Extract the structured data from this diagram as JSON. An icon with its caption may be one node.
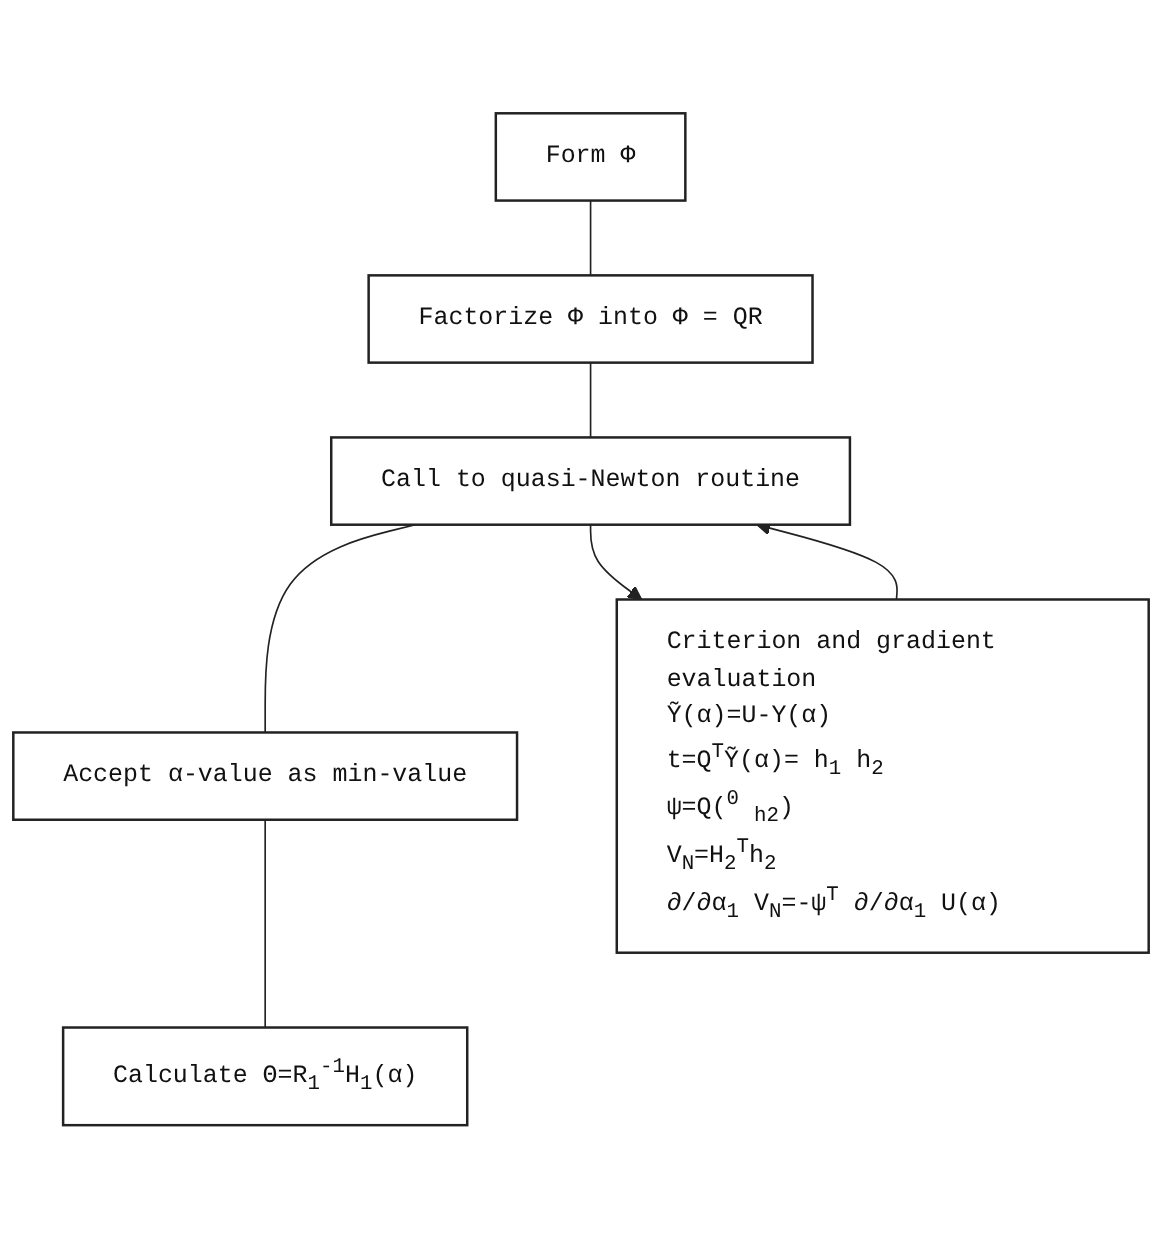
{
  "diagram": {
    "nodes": [
      {
        "text": [
          "Form Φ"
        ]
      },
      {
        "text": [
          "Factorize Φ into Φ = QR"
        ]
      },
      {
        "text": [
          "Call to quasi-Newton routine"
        ]
      },
      {
        "text": [
          "Accept α-value as min-value"
        ]
      },
      {
        "text": [
          "Calculate Θ=R$_{1}$$^{-1}$H$_{1}$(α)"
        ]
      },
      {
        "text": [
          "Criterion and gradient evaluation",
          "Ỹ(α)=U-Y(α)",
          "t=Q$^{T}$Ỹ(α)= h$_{1}$ h$_{2}$",
          "ψ=Q($^{0}$ $_{h2}$)",
          "V$_{N}$=H$_{2}$$^{T}$h$_{2}$",
          "∂/∂α$_{1}$ V$_{N}$=-ψ$^{T}$ ∂/∂α$_{1}$ U(α)"
        ]
      }
    ],
    "edges": [
      {
        "from": 0,
        "to": 1,
        "arrow": "none"
      },
      {
        "from": 1,
        "to": 2,
        "arrow": "none"
      },
      {
        "from": 2,
        "to": 5,
        "arrow": "to"
      },
      {
        "from": 5,
        "to": 2,
        "arrow": "to"
      },
      {
        "from": 2,
        "to": 3,
        "arrow": "none"
      },
      {
        "from": 3,
        "to": 4,
        "arrow": "none"
      }
    ]
  }
}
